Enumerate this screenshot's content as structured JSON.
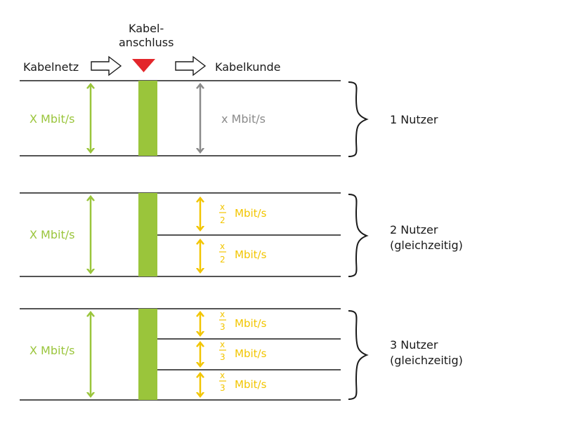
{
  "header": {
    "source_label": "Kabelnetz",
    "connection_label_line1": "Kabel-",
    "connection_label_line2": "anschluss",
    "customer_label": "Kabelkunde"
  },
  "colors": {
    "network": "#9ac53b",
    "single_user": "#8a8a8a",
    "shared": "#f2c500",
    "connector": "#e3262b",
    "line": "#1a1a1a"
  },
  "panels": [
    {
      "network_rate": "X Mbit/s",
      "users_line1": "1 Nutzer",
      "users_line2": "",
      "segments": [
        {
          "numerator": "",
          "denominator": "",
          "rate": "x Mbit/s"
        }
      ]
    },
    {
      "network_rate": "X Mbit/s",
      "users_line1": "2 Nutzer",
      "users_line2": "(gleichzeitig)",
      "segments": [
        {
          "numerator": "x",
          "denominator": "2",
          "rate": "Mbit/s"
        },
        {
          "numerator": "x",
          "denominator": "2",
          "rate": "Mbit/s"
        }
      ]
    },
    {
      "network_rate": "X Mbit/s",
      "users_line1": "3 Nutzer",
      "users_line2": "(gleichzeitig)",
      "segments": [
        {
          "numerator": "x",
          "denominator": "3",
          "rate": "Mbit/s"
        },
        {
          "numerator": "x",
          "denominator": "3",
          "rate": "Mbit/s"
        },
        {
          "numerator": "x",
          "denominator": "3",
          "rate": "Mbit/s"
        }
      ]
    }
  ]
}
